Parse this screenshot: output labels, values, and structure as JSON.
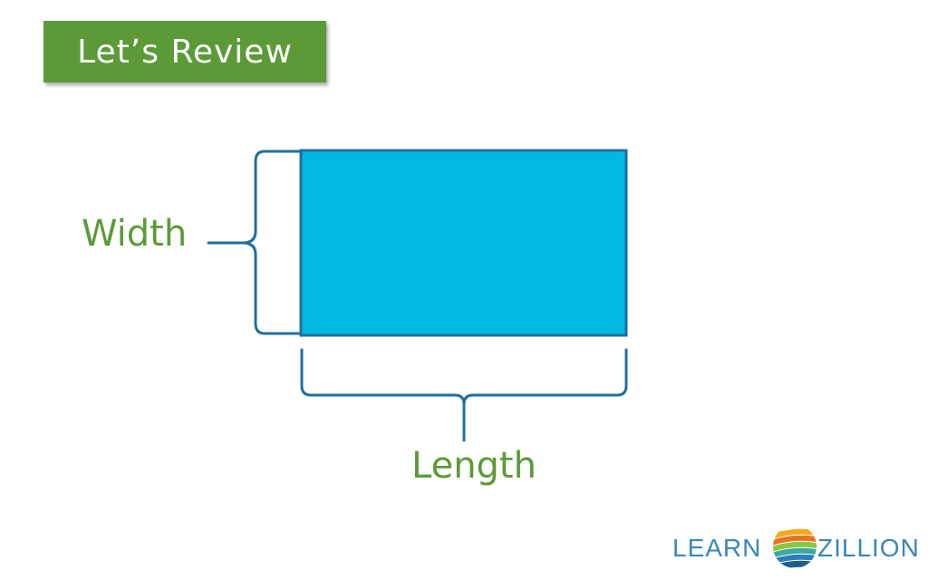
{
  "banner": {
    "title": "Let’s Review",
    "color": "#5b9a37"
  },
  "diagram": {
    "width_label": "Width",
    "length_label": "Length",
    "rectangle_fill": "#00b8e2",
    "outline_color": "#1e6f9f",
    "label_color": "#5b9a37"
  },
  "logo": {
    "left_text": "LEARN",
    "right_text": "ZILLION",
    "text_color": "#3a87b5",
    "icon": "striped-globe-icon"
  }
}
